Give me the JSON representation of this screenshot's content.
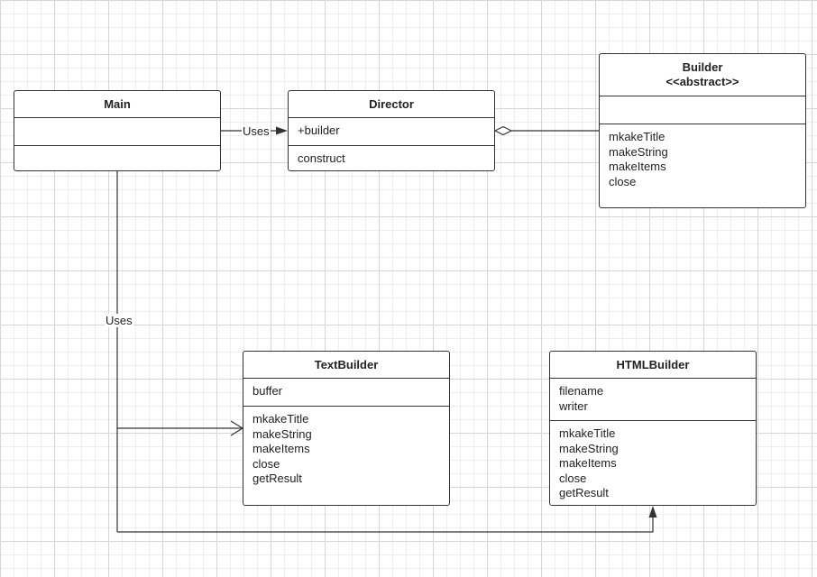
{
  "classes": {
    "main": {
      "name": "Main",
      "attributes": [],
      "methods": []
    },
    "director": {
      "name": "Director",
      "attributes": [
        "+builder"
      ],
      "methods": [
        "construct"
      ]
    },
    "builder": {
      "name": "Builder",
      "stereotype": "<<abstract>>",
      "attributes": [],
      "methods": [
        "mkakeTitle",
        "makeString",
        "makeItems",
        "close"
      ]
    },
    "textbuilder": {
      "name": "TextBuilder",
      "attributes": [
        "buffer"
      ],
      "methods": [
        "mkakeTitle",
        "makeString",
        "makeItems",
        "close",
        "getResult"
      ]
    },
    "htmlbuilder": {
      "name": "HTMLBuilder",
      "attributes": [
        "filename",
        "writer"
      ],
      "methods": [
        "mkakeTitle",
        "makeString",
        "makeItems",
        "close",
        "getResult"
      ]
    }
  },
  "relations": {
    "main_director_label": "Uses",
    "main_builders_label": "Uses"
  }
}
